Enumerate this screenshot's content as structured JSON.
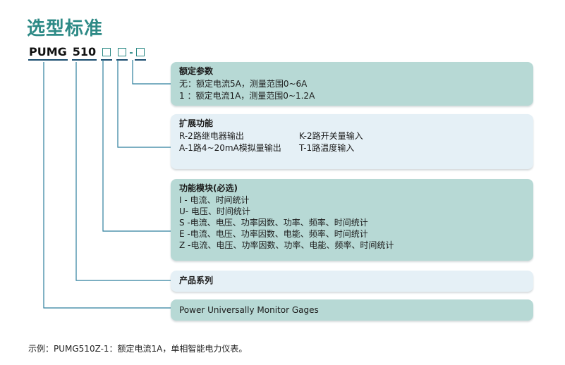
{
  "title": "选型标准",
  "model": {
    "prefix": "PUMG",
    "number": "510",
    "separator": "-"
  },
  "sections": [
    {
      "heading": "额定参数",
      "lines": [
        "无：额定电流5A，测量范围0~6A",
        "1 ：额定电流1A，测量范围0~1.2A"
      ]
    },
    {
      "heading": "扩展功能",
      "cols": [
        [
          "R-2路继电器输出",
          "A-1路4~20mA模拟量输出"
        ],
        [
          "K-2路开关量输入",
          "T-1路温度输入"
        ]
      ]
    },
    {
      "heading": "功能模块(必选)",
      "lines": [
        "I - 电流、时间统计",
        "U- 电压、时间统计",
        "S -电流、电压、功率因数、功率、频率、时间统计",
        "E -电流、电压、功率因数、电能、频率、时间统计",
        "Z -电流、电压、功率因数、功率、电能、频率、时间统计"
      ]
    },
    {
      "heading": "产品系列"
    },
    {
      "text": "Power Universally Monitor Gages"
    }
  ],
  "footer": "示例：PUMG510Z-1：额定电流1A，单相智能电力仪表。",
  "colors": {
    "accent": "#2d8a86",
    "panel": "#b7d9d5",
    "panel_light": "#e5f0f6",
    "line": "#2e7f9e"
  }
}
